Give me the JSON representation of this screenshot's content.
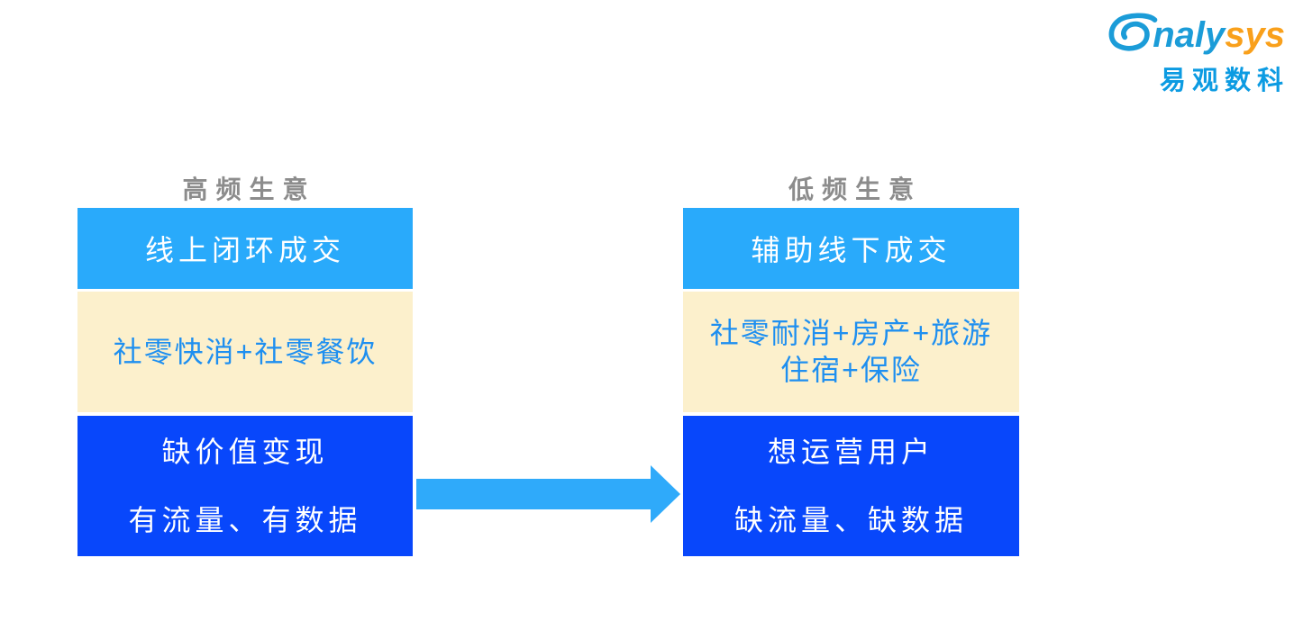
{
  "logo": {
    "brand_full_name": "analysys",
    "wordmark_blue": "naly",
    "wordmark_orange": "sys",
    "chinese_name": "易观数科"
  },
  "diagram": {
    "left": {
      "title": "高频生意",
      "top_box": "线上闭环成交",
      "middle_box": "社零快消+社零餐饮",
      "bottom_box_line1": "缺价值变现",
      "bottom_box_line2": "有流量、有数据"
    },
    "right": {
      "title": "低频生意",
      "top_box": "辅助线下成交",
      "middle_box_line1": "社零耐消+房产+旅游",
      "middle_box_line2": "住宿+保险",
      "bottom_box_line1": "想运营用户",
      "bottom_box_line2": "缺流量、缺数据"
    }
  },
  "colors": {
    "top_box_blue": "#29AAFB",
    "middle_box_cream": "#FCF0CC",
    "bottom_box_dark_blue": "#0847FB",
    "arrow_blue": "#2FAAFA",
    "title_gray": "#8C8C8C",
    "middle_text_blue": "#1E8FF0",
    "logo_blue": "#1B9CD8",
    "logo_orange": "#F9A01B",
    "logo_cn_blue": "#0C9BE2"
  }
}
